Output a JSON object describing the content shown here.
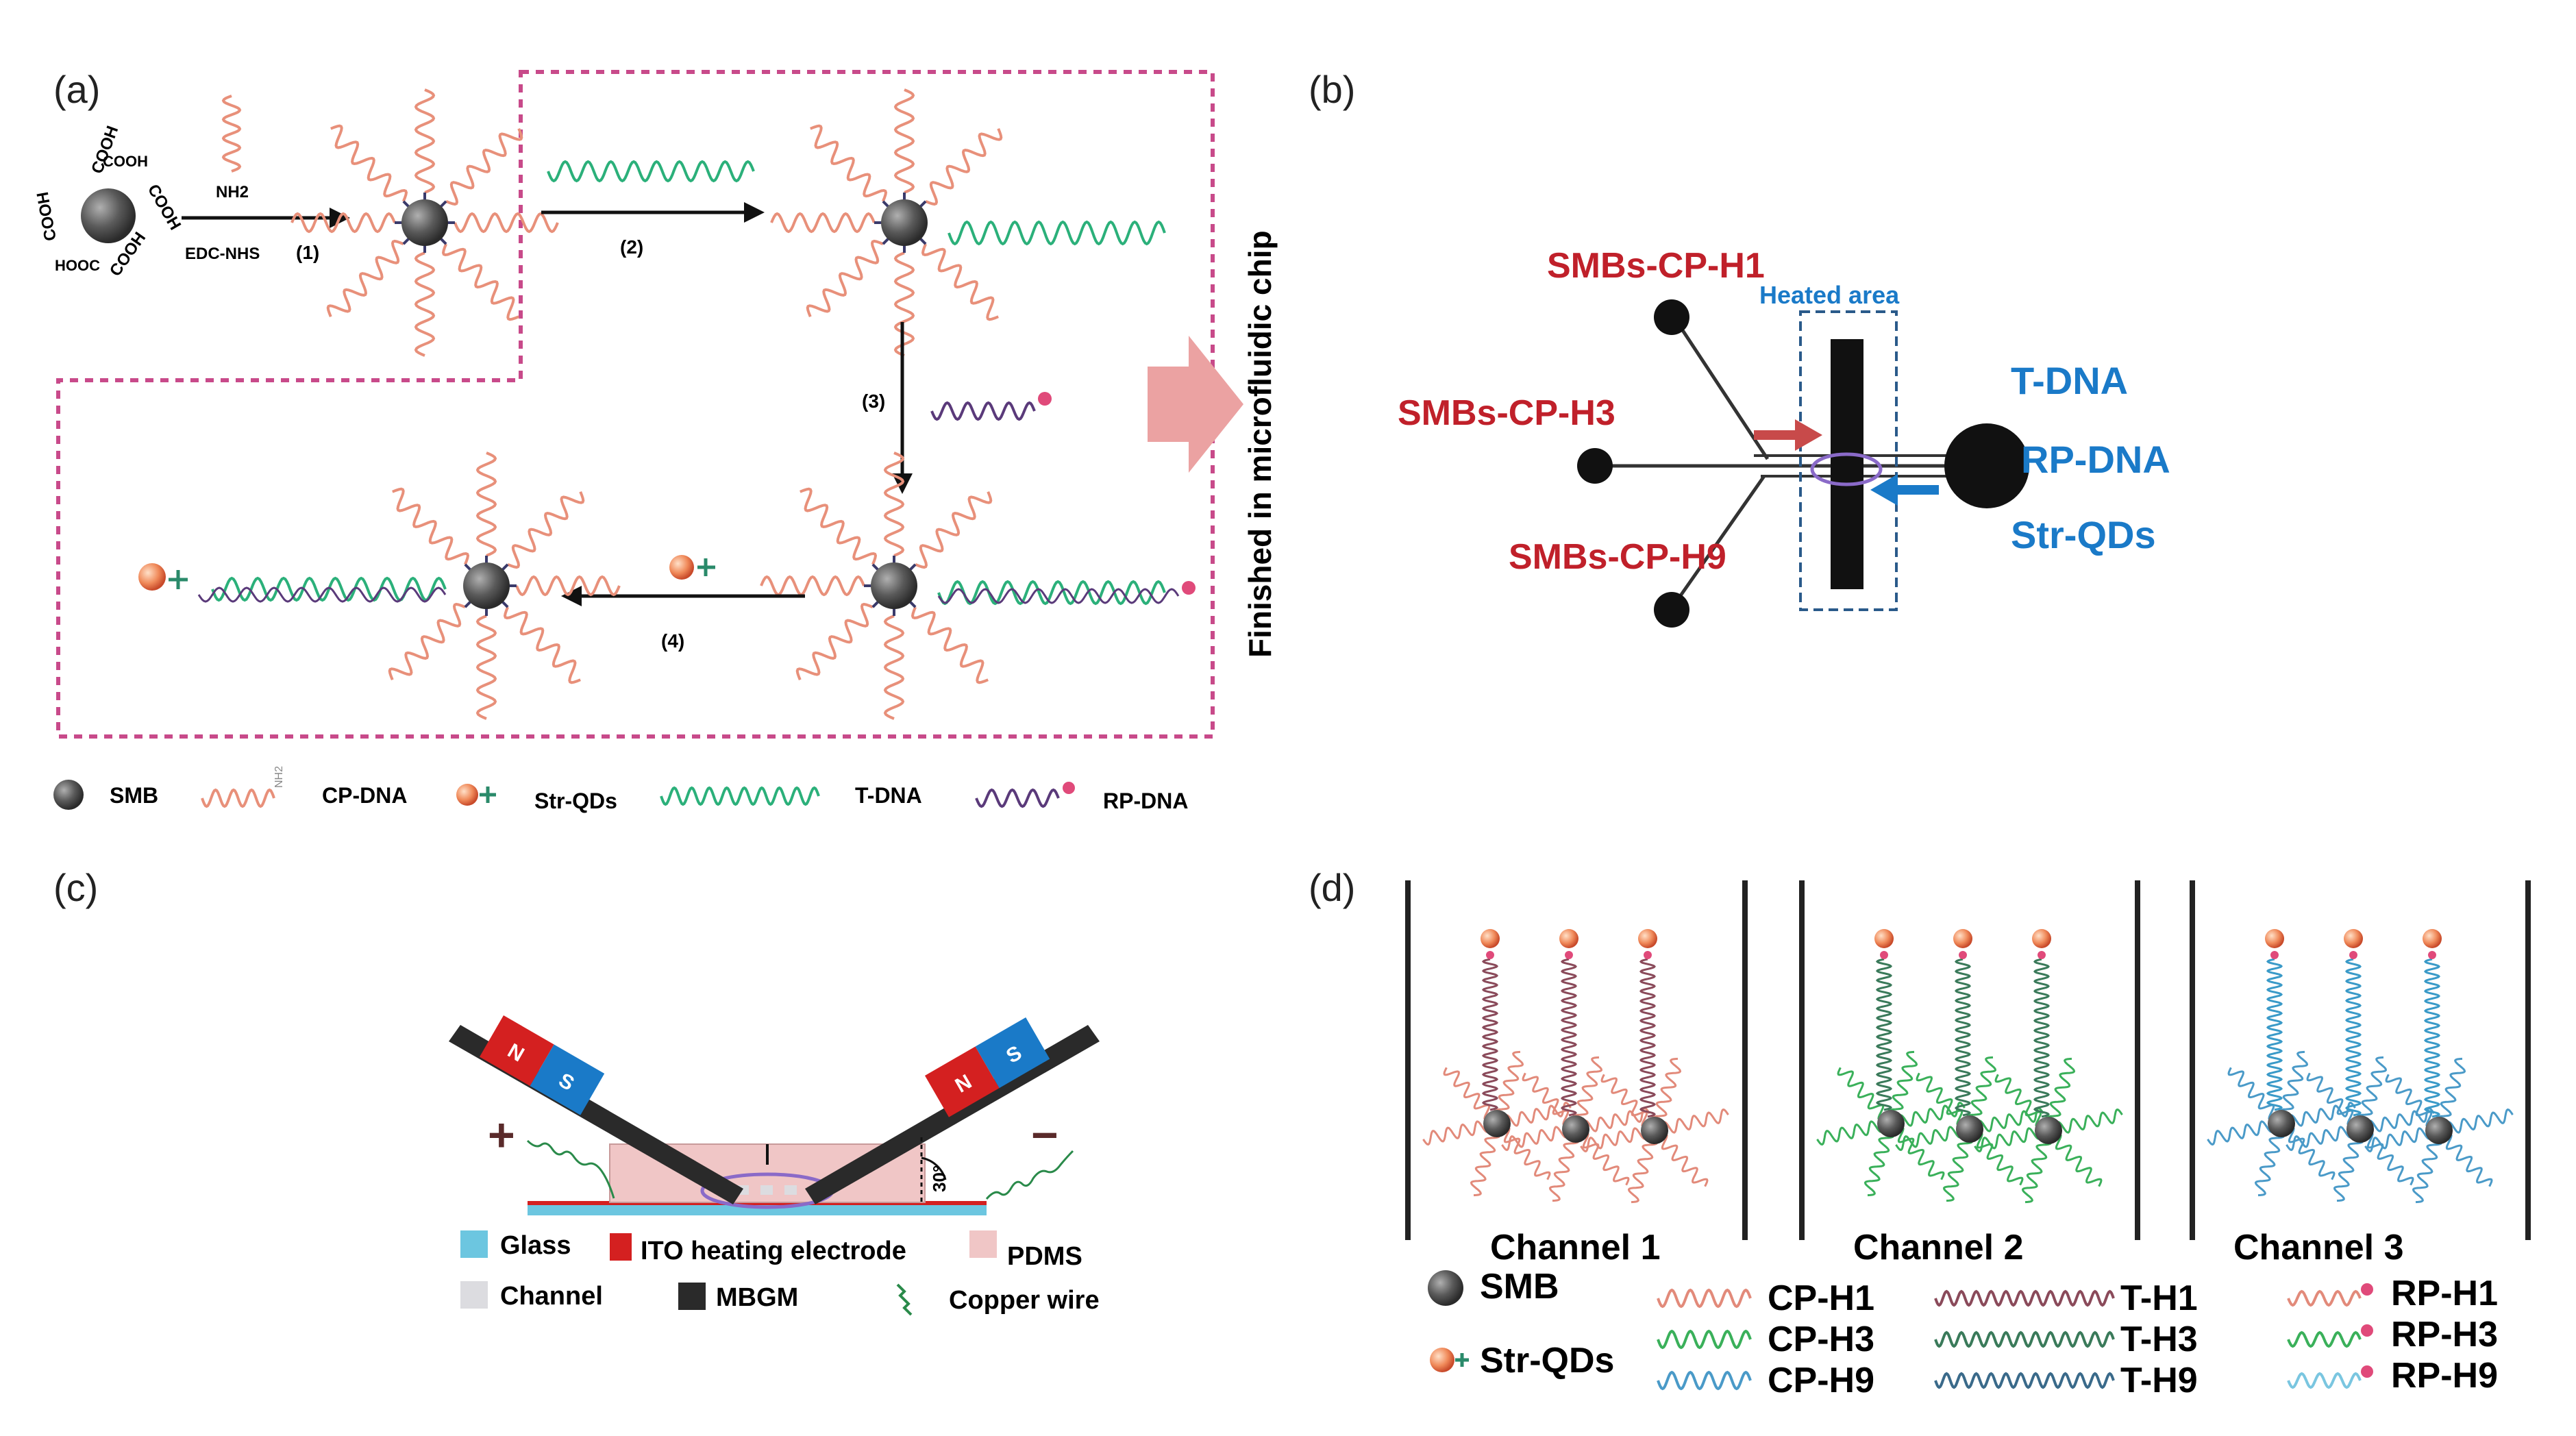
{
  "panel_a": {
    "label": "(a)",
    "cooh_labels": [
      "COOH",
      "COOH",
      "COOH",
      "COOH",
      "COOH",
      "HOOC"
    ],
    "nh2": "NH2",
    "edc": "EDC-NHS",
    "steps": [
      "(1)",
      "(2)",
      "(3)",
      "(4)"
    ],
    "side_text": "Finished in microfluidic chip",
    "legend": {
      "smb": "SMB",
      "cp_dna": "CP-DNA",
      "nh2_small": "NH2",
      "str_qds": "Str-QDs",
      "t_dna": "T-DNA",
      "rp_dna": "RP-DNA"
    }
  },
  "panel_b": {
    "label": "(b)",
    "smbs_h1": "SMBs-CP-H1",
    "smbs_h3": "SMBs-CP-H3",
    "smbs_h9": "SMBs-CP-H9",
    "heated_area": "Heated area",
    "t_dna": "T-DNA",
    "rp_dna": "RP-DNA",
    "str_qds": "Str-QDs"
  },
  "panel_c": {
    "label": "(c)",
    "magnet_n": "N",
    "magnet_s": "S",
    "plus": "+",
    "minus": "−",
    "angle": "30°",
    "legend": {
      "glass": "Glass",
      "ito": "ITO heating electrode",
      "pdms": "PDMS",
      "channel": "Channel",
      "mbgm": "MBGM",
      "copper": "Copper wire"
    }
  },
  "panel_d": {
    "label": "(d)",
    "channels": [
      "Channel 1",
      "Channel 2",
      "Channel 3"
    ],
    "smb": "SMB",
    "str_qds": "Str-QDs",
    "cp": [
      "CP-H1",
      "CP-H3",
      "CP-H9"
    ],
    "t": [
      "T-H1",
      "T-H3",
      "T-H9"
    ],
    "rp": [
      "RP-H1",
      "RP-H3",
      "RP-H9"
    ]
  },
  "colors": {
    "cp_dna": "#e8907a",
    "t_dna": "#2bb07a",
    "rp_dna": "#5a3a7a",
    "red_label": "#c0202a",
    "blue_label": "#1a7ac8",
    "smb": "#5a5a5a",
    "dashed_box": "#c84a8a",
    "arrow_fill": "#eba2a2",
    "glass": "#6cc6e0",
    "ito": "#d42020",
    "pdms": "#f0c6c6",
    "mbgm": "#2a2a2a",
    "ch1_strand": "#e28a7a",
    "ch2_strand": "#3ab05a",
    "ch3_strand": "#4a9ac8",
    "t_h1": "#8a4a5a",
    "t_h3": "#3a7a5a",
    "t_h9": "#3a6a8a"
  }
}
